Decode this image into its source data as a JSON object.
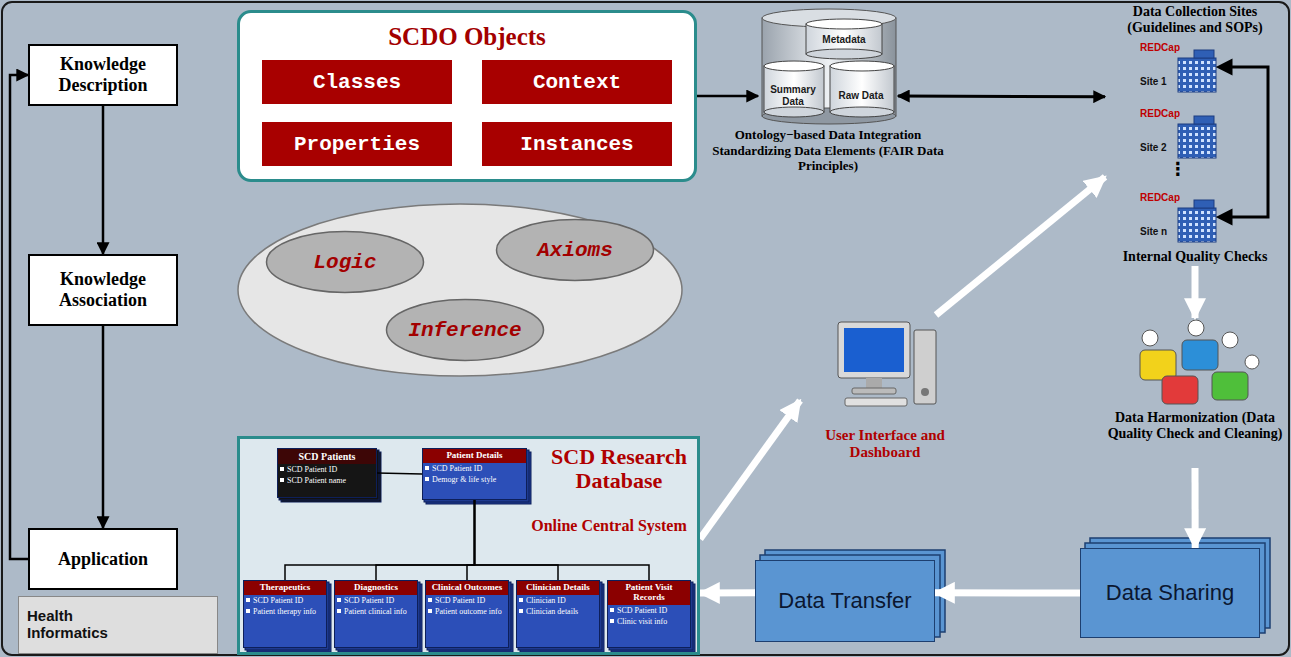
{
  "diagram": {
    "nodes": [
      {
        "text": [
          "Knowledge Description"
        ]
      },
      {
        "text": [
          "SCDO Objects"
        ]
      },
      {
        "text": [
          "Classes"
        ],
        "in": 1
      },
      {
        "text": [
          "Context"
        ],
        "in": 1
      },
      {
        "text": [
          "Properties"
        ],
        "in": 1
      },
      {
        "text": [
          "Instances"
        ],
        "in": 1
      },
      {
        "text": [
          "Metadata",
          "Summary Data",
          "Raw Data"
        ]
      },
      {
        "text": [
          "Data Collection Sites (Guidelines and SOPs)",
          "Internal Quality Checks"
        ]
      },
      {
        "text": [
          "REDCap",
          "Site 1"
        ],
        "in": 7
      },
      {
        "text": [
          "REDCap",
          "Site 2"
        ],
        "in": 7
      },
      {
        "text": [
          "REDCap",
          "Site n"
        ],
        "in": 7
      },
      {
        "text": [
          "Knowledge Association"
        ]
      },
      {
        "text": [
          "Logic"
        ]
      },
      {
        "text": [
          "Axioms"
        ]
      },
      {
        "text": [
          "Inference"
        ]
      },
      {
        "text": [
          "User Interface and Dashboard"
        ]
      },
      {
        "text": [
          "Data Harmonization (Data Quality Check and Cleaning)"
        ]
      },
      {
        "text": [
          "Application"
        ]
      },
      {
        "text": [
          "SCD Research Database",
          "Online Central System"
        ]
      },
      {
        "text": [
          "SCD Patients",
          "SCD Patient ID",
          "SCD Patient name"
        ],
        "in": 18
      },
      {
        "text": [
          "Patient Details",
          "SCD Patient ID",
          "Demogr & life style"
        ],
        "in": 18
      },
      {
        "text": [
          "Therapeutics",
          "SCD Patient ID",
          "Patient therapy info"
        ],
        "in": 18
      },
      {
        "text": [
          "Diagnostics",
          "SCD Patient ID",
          "Patient clinical info"
        ],
        "in": 18
      },
      {
        "text": [
          "Clinical Outcomes",
          "SCD Patient ID",
          "Patient outcome info"
        ],
        "in": 18
      },
      {
        "text": [
          "Clinician Details",
          "Clinician ID",
          "Clinician details"
        ],
        "in": 18
      },
      {
        "text": [
          "Patient Visit Records",
          "SCD Patient ID",
          "Clinic visit info"
        ],
        "in": 18
      },
      {
        "text": [
          "Health Informatics"
        ]
      },
      {
        "text": [
          "Data Transfer"
        ]
      },
      {
        "text": [
          "Data Sharing"
        ]
      }
    ],
    "edges": [
      {
        "from": 0,
        "to": 11,
        "arrow": "to"
      },
      {
        "from": 11,
        "to": 17,
        "arrow": "to"
      },
      {
        "from": 17,
        "to": 0,
        "arrow": "to"
      },
      {
        "from": 1,
        "to": 6,
        "arrow": "to"
      },
      {
        "from": 6,
        "to": 7,
        "arrow": "both"
      },
      {
        "from": 7,
        "to": 16,
        "arrow": "to"
      },
      {
        "from": 16,
        "to": 28,
        "arrow": "to"
      },
      {
        "from": 28,
        "to": 27,
        "arrow": "to"
      },
      {
        "from": 27,
        "to": 18,
        "arrow": "to"
      },
      {
        "from": 18,
        "to": 15,
        "arrow": "to"
      },
      {
        "from": 15,
        "to": 7,
        "arrow": "to"
      },
      {
        "from": 19,
        "to": 20,
        "arrow": "none"
      },
      {
        "from": 20,
        "to": 21,
        "arrow": "none"
      },
      {
        "from": 20,
        "to": 22,
        "arrow": "none"
      },
      {
        "from": 20,
        "to": 23,
        "arrow": "none"
      },
      {
        "from": 20,
        "to": 24,
        "arrow": "none"
      },
      {
        "from": 20,
        "to": 25,
        "arrow": "none"
      }
    ],
    "labels": [
      "Ontology−based Data Integration Standardizing Data Elements (FAIR Data Principles)",
      "⋮"
    ]
  }
}
